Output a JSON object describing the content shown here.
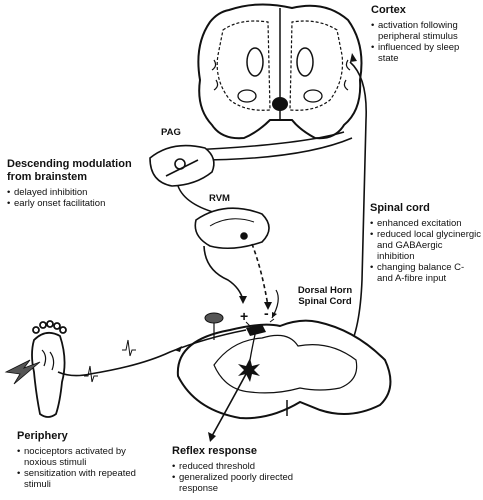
{
  "cortex": {
    "title": "Cortex",
    "items": [
      "activation following peripheral stimulus",
      "influenced by sleep state"
    ]
  },
  "descending": {
    "title": "Descending modulation from brainstem",
    "items": [
      "delayed inhibition",
      "early onset facilitation"
    ]
  },
  "spinal_cord": {
    "title": "Spinal cord",
    "items": [
      "enhanced excitation",
      "reduced local glycinergic and GABAergic inhibition",
      "changing balance C- and A-fibre input"
    ]
  },
  "periphery": {
    "title": "Periphery",
    "items": [
      "nociceptors activated by noxious stimuli",
      "sensitization with repeated stimuli"
    ]
  },
  "reflex": {
    "title": "Reflex response",
    "items": [
      "reduced threshold",
      "generalized poorly directed response"
    ]
  },
  "tags": {
    "pag": "PAG",
    "rvm": "RVM",
    "dorsal_horn_line1": "Dorsal Horn",
    "dorsal_horn_line2": "Spinal Cord",
    "plus": "+",
    "minus": "-"
  },
  "colors": {
    "ink": "#111111",
    "fill": "#ffffff"
  }
}
